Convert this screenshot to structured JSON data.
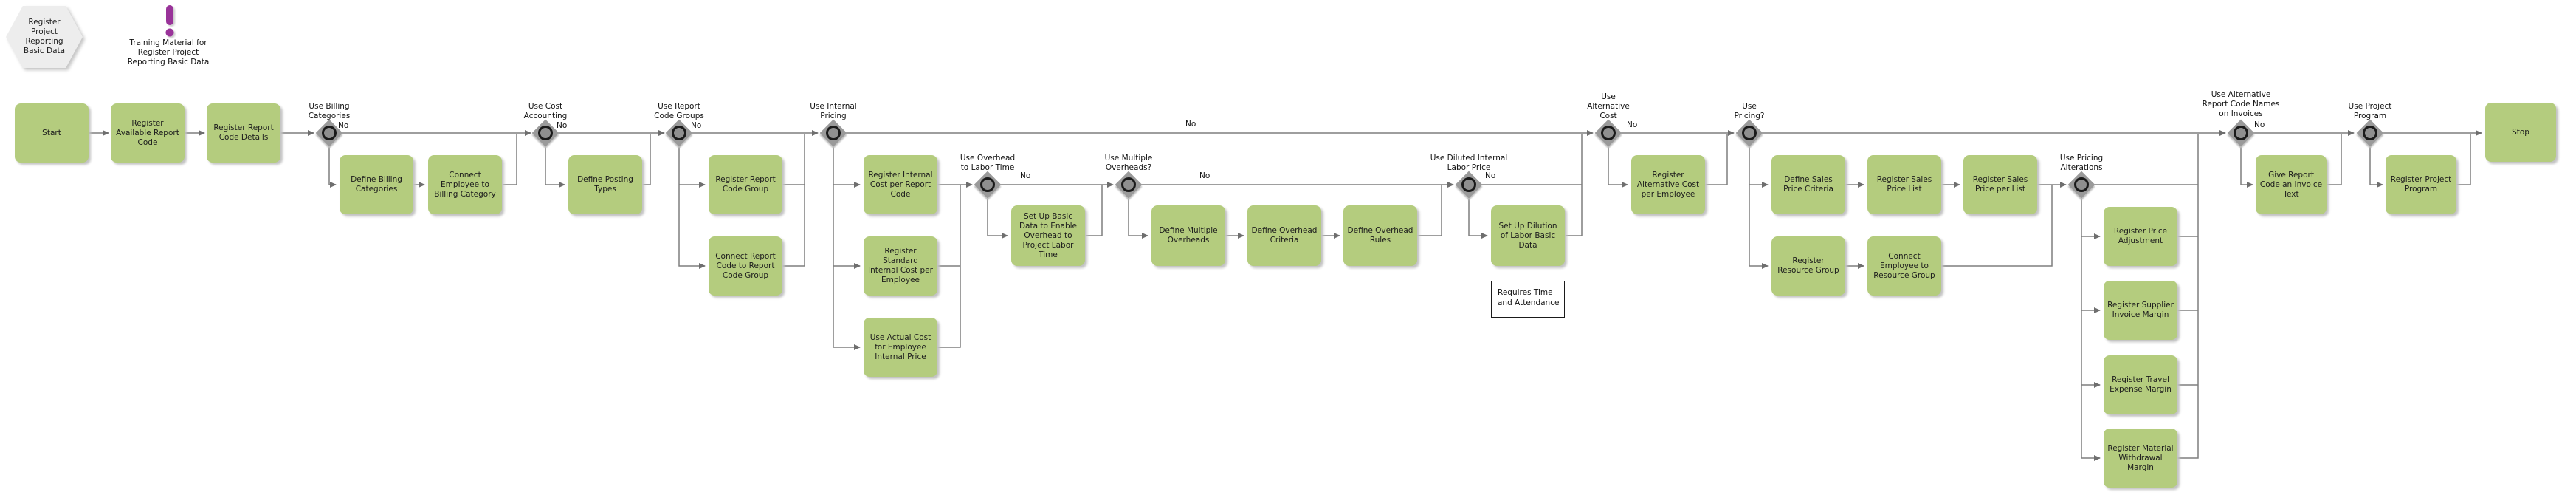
{
  "process": {
    "hexagon_label": "Register Project Reporting Basic Data",
    "training_material_label": "Training Material for Register Project Reporting Basic Data"
  },
  "activities": {
    "start": "Start",
    "register_available_report_code": "Register Available Report Code",
    "register_report_code_details": "Register Report Code Details",
    "define_billing_categories": "Define Billing Categories",
    "connect_employee_to_billing_category": "Connect Employee to Billing Category",
    "define_posting_types": "Define Posting Types",
    "register_report_code_group": "Register Report Code Group",
    "connect_report_code_to_report_code_group": "Connect Report Code to Report Code Group",
    "register_internal_cost_per_report_code": "Register Internal Cost per Report Code",
    "register_standard_internal_cost_per_employee": "Register Standard Internal Cost per Employee",
    "use_actual_cost_for_employee_internal_price": "Use Actual Cost for Employee Internal Price",
    "set_up_basic_data_overhead": "Set Up Basic Data to Enable Overhead to Project Labor Time",
    "define_multiple_overheads": "Define Multiple Overheads",
    "define_overhead_criteria": "Define Overhead Criteria",
    "define_overhead_rules": "Define Overhead Rules",
    "set_up_dilution_of_labor_basic_data": "Set Up Dilution of Labor Basic Data",
    "register_alternative_cost_per_employee": "Register Alternative Cost per Employee",
    "define_sales_price_criteria": "Define Sales Price Criteria",
    "register_sales_price_list": "Register Sales Price List",
    "register_sales_price_per_list": "Register Sales Price per List",
    "register_resource_group": "Register Resource Group",
    "connect_employee_to_resource_group": "Connect Employee to Resource Group",
    "register_price_adjustment": "Register Price Adjustment",
    "register_supplier_invoice_margin": "Register Supplier Invoice Margin",
    "register_travel_expense_margin": "Register Travel Expense Margin",
    "register_material_withdrawal_margin": "Register Material Withdrawal Margin",
    "give_report_code_an_invoice_text": "Give Report Code an Invoice Text",
    "register_project_program": "Register Project Program",
    "stop": "Stop"
  },
  "gateways": {
    "use_billing_categories": {
      "label": "Use Billing Categories",
      "no_label": "No"
    },
    "use_cost_accounting": {
      "label": "Use Cost Accounting",
      "no_label": "No"
    },
    "use_report_code_groups": {
      "label": "Use Report Code Groups",
      "no_label": "No"
    },
    "use_internal_pricing": {
      "label": "Use Internal Pricing",
      "no_label": "No"
    },
    "use_overhead_to_labor_time": {
      "label": "Use Overhead to Labor Time",
      "no_label": "No"
    },
    "use_multiple_overheads": {
      "label": "Use Multiple Overheads?",
      "no_label": "No"
    },
    "use_diluted_internal_labor_price": {
      "label": "Use Diluted Internal Labor Price",
      "no_label": "No"
    },
    "use_alternative_cost": {
      "label": "Use Alternative Cost",
      "no_label": "No"
    },
    "use_pricing": {
      "label": "Use Pricing?"
    },
    "use_pricing_alterations": {
      "label": "Use Pricing Alterations"
    },
    "use_alternative_report_code_names": {
      "label": "Use Alternative Report Code Names on Invoices",
      "no_label": "No"
    },
    "use_project_program": {
      "label": "Use Project Program"
    }
  },
  "annotations": {
    "requires_time_and_attendance": "Requires Time and Attendance"
  },
  "colors": {
    "activity_fill": "#b4cc7e",
    "gateway_fill": "#9a9a9a",
    "hexagon_fill": "#ededed",
    "training_icon": "#993399",
    "connector": "#7f7f7f"
  }
}
